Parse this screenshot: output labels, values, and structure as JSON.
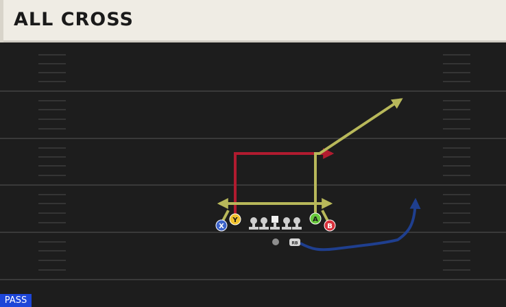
{
  "play": {
    "title": "ALL CROSS",
    "type_badge": "PASS"
  },
  "players": [
    {
      "id": "X",
      "color": "#3d63c9",
      "route_color": null
    },
    {
      "id": "Y",
      "color": "#f0c22e",
      "route_color": "#b11b2f"
    },
    {
      "id": "A",
      "color": "#69c93c",
      "route_color": "#b8b85a"
    },
    {
      "id": "B",
      "color": "#d8313c",
      "route_color": null
    },
    {
      "id": "RB",
      "color": "#d6d6d6",
      "route_color": "#1f3f8f"
    }
  ],
  "colors": {
    "field": "#1d1d1d",
    "header": "#efece4",
    "yellow_route": "#b8b85a",
    "red_route": "#b11b2f",
    "blue_route": "#1f3f8f",
    "badge": "#1d46d8"
  }
}
